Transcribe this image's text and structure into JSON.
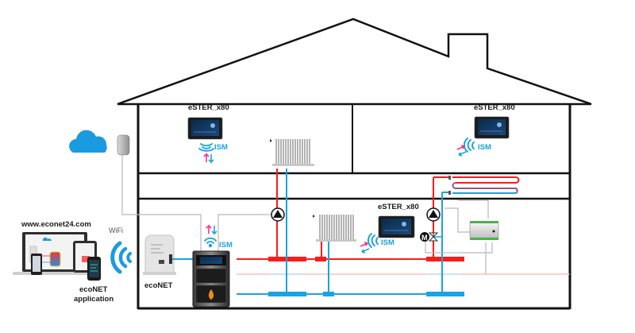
{
  "diagram": {
    "title": "ecoNET heating system with eSTER_x80 room panels",
    "colors": {
      "supply": "#ff1a1a",
      "return": "#1aa3e0",
      "wall": "#111111",
      "signal_wire": "#b8b8b8",
      "ism_accent": "#1aa3e0",
      "arrow_up": "#ff2d8a",
      "arrow_down": "#1aa3e0",
      "cloud": "#1a9be0"
    },
    "labels": {
      "website": "www.econet24.com",
      "wifi": "WiFi",
      "app_line1": "ecoNET",
      "app_line2": "application",
      "econet_module": "ecoNET",
      "panel_upper_left": "eSTER_x80",
      "panel_upper_right": "eSTER_x80",
      "panel_ground": "eSTER_x80",
      "ism_upper_left": "ISM",
      "ism_upper_right": "ISM",
      "ism_ground": "ISM",
      "ism_boiler": "ISM"
    },
    "components": [
      {
        "name": "cloud",
        "icon": "cloud-icon"
      },
      {
        "name": "wifi-router",
        "icon": "router-icon"
      },
      {
        "name": "devices",
        "icon": "laptop-tablet-phone-icon"
      },
      {
        "name": "wifi-signal",
        "icon": "wifi-icon"
      },
      {
        "name": "ecoNET module",
        "icon": "econet-module-icon"
      },
      {
        "name": "boiler controller",
        "icon": "boiler-icon"
      },
      {
        "name": "eSTER_x80 room panel",
        "count": 3,
        "icon": "room-panel-icon"
      },
      {
        "name": "radiator",
        "count": 2,
        "icon": "radiator-icon"
      },
      {
        "name": "circulation pump",
        "count": 2,
        "icon": "pump-icon"
      },
      {
        "name": "motorized mixing valve",
        "icon": "mixing-valve-icon"
      },
      {
        "name": "extension module",
        "icon": "module-icon"
      },
      {
        "name": "underfloor heating loop",
        "icon": "floor-heating-icon"
      }
    ]
  }
}
